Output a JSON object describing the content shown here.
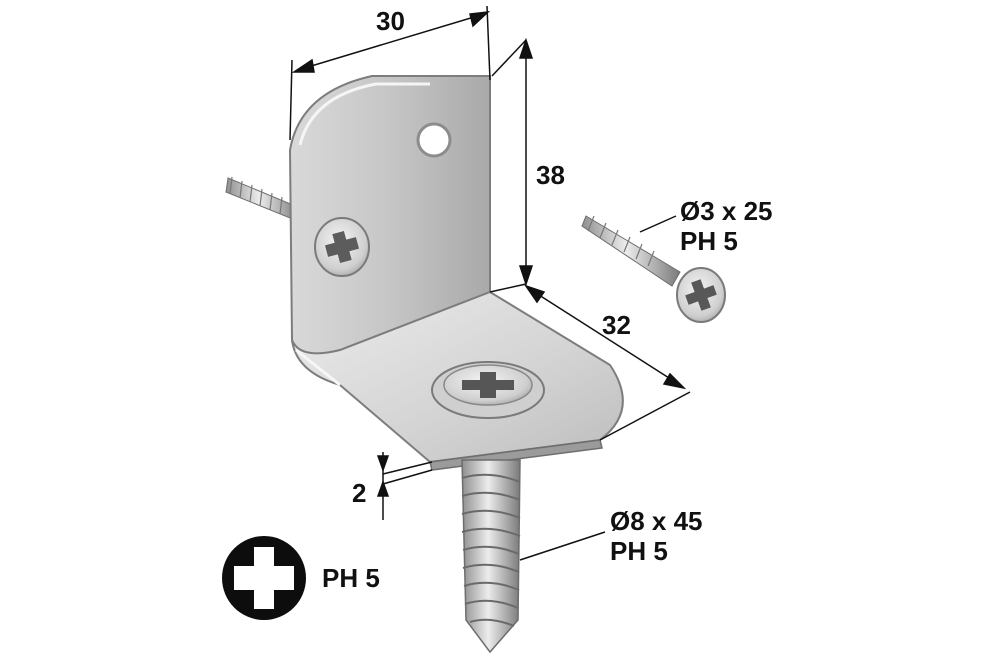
{
  "dimensions": {
    "width_top": "30",
    "height_vertical": "38",
    "depth_horizontal": "32",
    "thickness": "2"
  },
  "small_screw": {
    "size": "Ø3 x 25",
    "drive": "PH 5"
  },
  "large_screw": {
    "size": "Ø8 x 45",
    "drive": "PH 5"
  },
  "drive_legend": {
    "label": "PH 5",
    "icon": "phillips-cross-icon"
  },
  "colors": {
    "metal_light": "#e6e6e6",
    "metal_mid": "#b8b8b8",
    "metal_dark": "#8a8a8a",
    "line": "#111111",
    "icon": "#0d0d0d"
  }
}
